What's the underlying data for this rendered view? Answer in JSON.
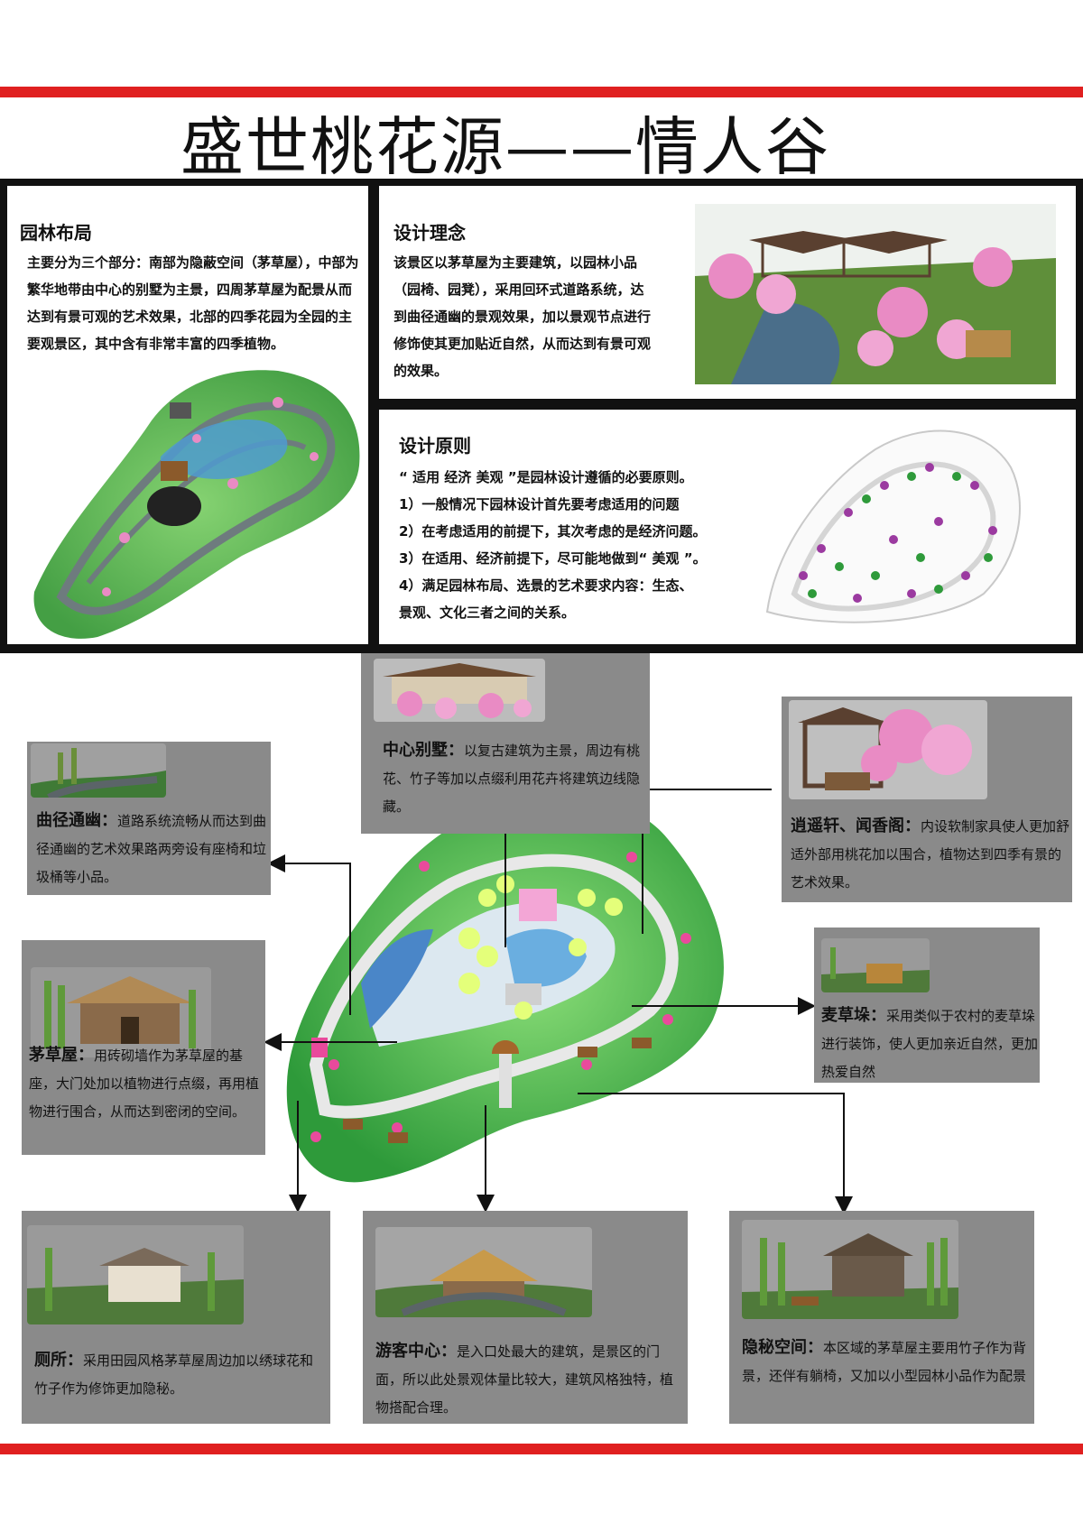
{
  "title": "盛世桃花源——情人谷",
  "layout_panel": {
    "heading": "园林布局",
    "body": "主要分为三个部分：南部为隐蔽空间（茅草屋），中部为繁华地带由中心的别墅为主景，四周茅草屋为配景从而达到有景可观的艺术效果，北部的四季花园为全园的主要观景区，其中含有非常丰富的四季植物。"
  },
  "concept_panel": {
    "heading": "设计理念",
    "body": "该景区以茅草屋为主要建筑，以园林小品（园椅、园凳），采用回环式道路系统，达到曲径通幽的景观效果，加以景观节点进行修饰使其更加贴近自然，从而达到有景可观的效果。"
  },
  "principle_panel": {
    "heading": "设计原则",
    "lines": [
      "“ 适用 经济 美观 ”是园林设计遵循的必要原则。",
      "1）一般情况下园林设计首先要考虑适用的问题",
      "2）在考虑适用的前提下，其次考虑的是经济问题。",
      "3）在适用、经济前提下，尽可能地做到“ 美观 ”。",
      "4）满足园林布局、选景的艺术要求内容：生态、",
      "景观、文化三者之间的关系。"
    ]
  },
  "cards": {
    "villa": {
      "title": "中心别墅：",
      "body": "以复古建筑为主景，周边有桃花、竹子等加以点缀利用花卉将建筑边线隐藏。"
    },
    "path": {
      "title": "曲径通幽：",
      "body": "道路系统流畅从而达到曲径通幽的艺术效果路两旁设有座椅和垃圾桶等小品。"
    },
    "pavilion": {
      "title": "逍遥轩、闻香阁：",
      "body": "内设软制家具使人更加舒适外部用桃花加以围合，植物达到四季有景的艺术效果。"
    },
    "hut": {
      "title": "茅草屋：",
      "body": "用砖砌墙作为茅草屋的基座，大门处加以植物进行点缀，再用植物进行围合，从而达到密闭的空间。"
    },
    "haystack": {
      "title": "麦草垛：",
      "body": "采用类似于农村的麦草垛进行装饰，使人更加亲近自然，更加热爱自然"
    },
    "toilet": {
      "title": "厕所：",
      "body": "采用田园风格茅草屋周边加以绣球花和竹子作为修饰更加隐秘。"
    },
    "visitor": {
      "title": "游客中心：",
      "body": "是入口处最大的建筑，是景区的门面，所以此处景观体量比较大，建筑风格独特，植物搭配合理。"
    },
    "secret": {
      "title": "隐秘空间：",
      "body": "本区域的茅草屋主要用竹子作为背景，还伴有躺椅，又加以小型园林小品作为配景"
    }
  },
  "colors": {
    "accent_red": "#e02020",
    "frame_black": "#111111",
    "card_gray": "#8a8a8a",
    "grass_green": "#2e9a3a",
    "peach_pink": "#e98bc4",
    "water_blue": "#7ab8e0"
  }
}
